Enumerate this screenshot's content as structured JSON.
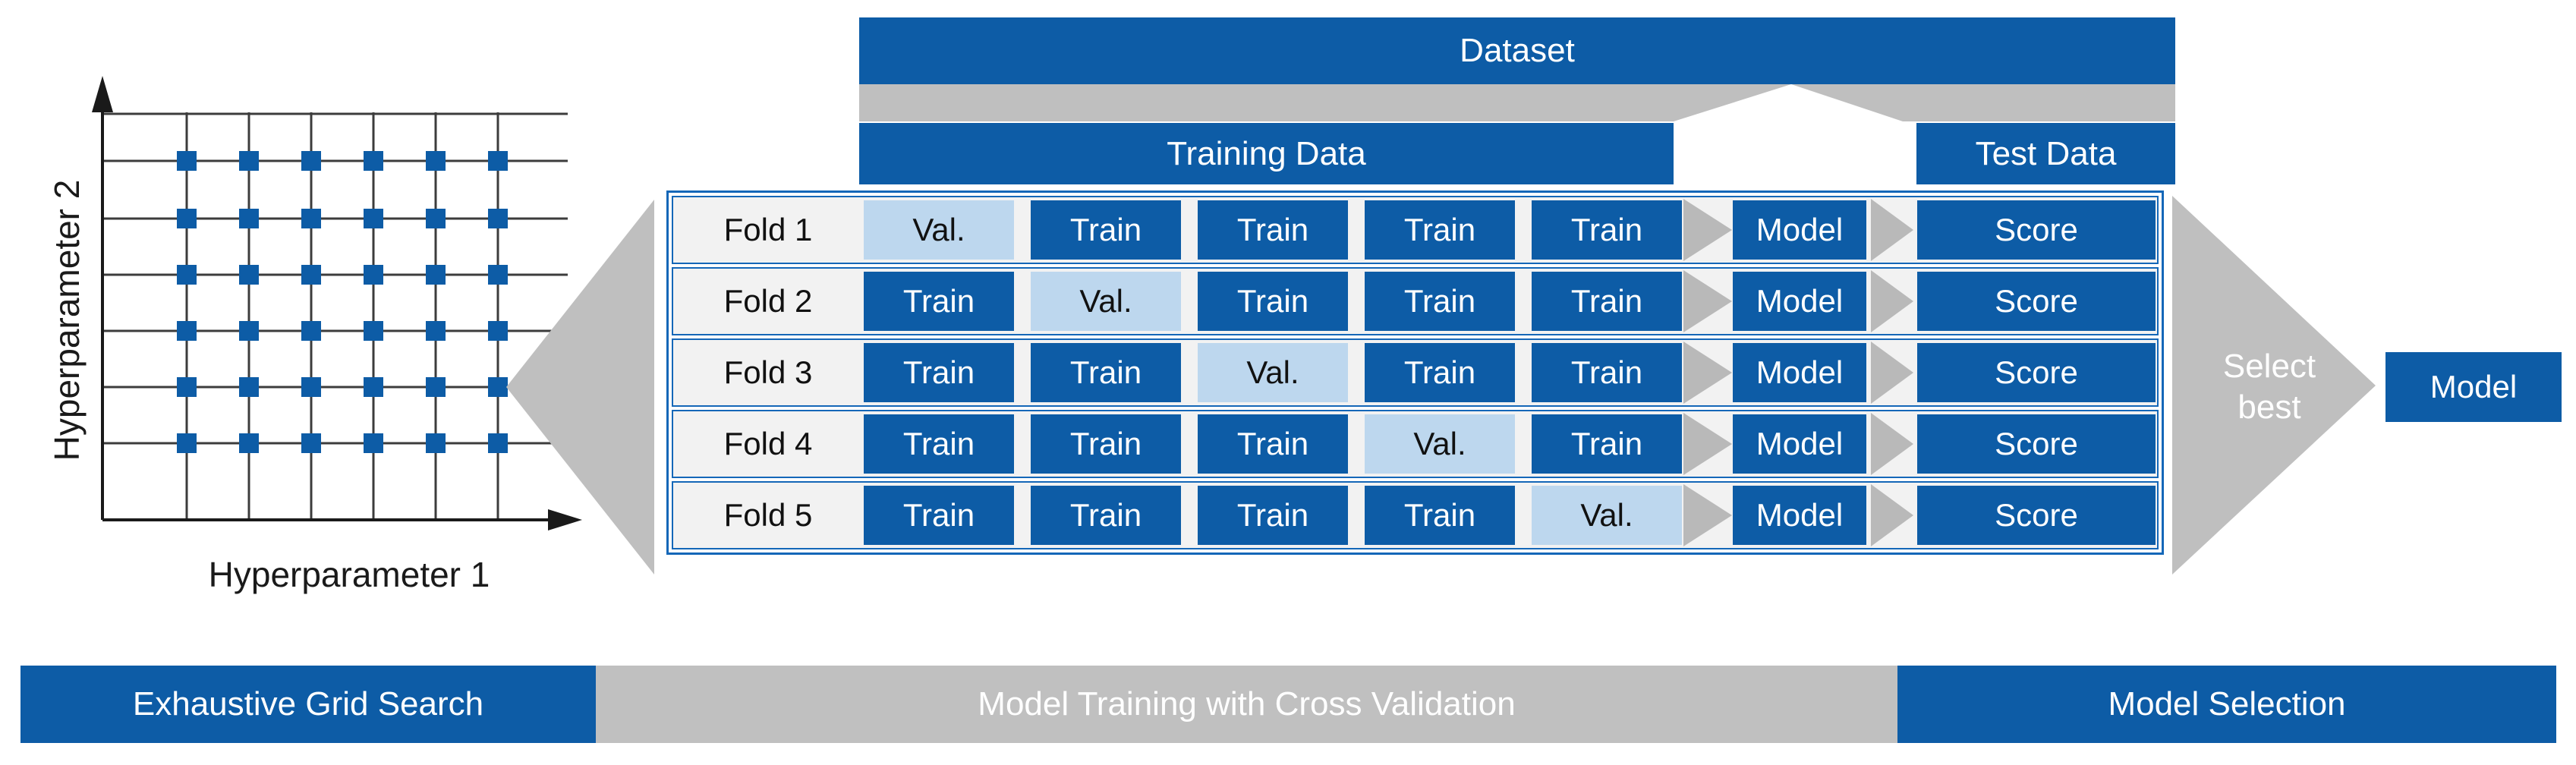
{
  "grid_plot": {
    "xlabel": "Hyperparameter 1",
    "ylabel": "Hyperparameter 2",
    "columns": 6,
    "rows": 6,
    "point_color": "#0d5ca6"
  },
  "pipeline": {
    "dataset_label": "Dataset",
    "training_label": "Training Data",
    "test_label": "Test Data"
  },
  "cv_table": {
    "folds": [
      {
        "label": "Fold 1",
        "cells": [
          "Val.",
          "Train",
          "Train",
          "Train",
          "Train"
        ],
        "model": "Model",
        "score": "Score"
      },
      {
        "label": "Fold 2",
        "cells": [
          "Train",
          "Val.",
          "Train",
          "Train",
          "Train"
        ],
        "model": "Model",
        "score": "Score"
      },
      {
        "label": "Fold 3",
        "cells": [
          "Train",
          "Train",
          "Val.",
          "Train",
          "Train"
        ],
        "model": "Model",
        "score": "Score"
      },
      {
        "label": "Fold 4",
        "cells": [
          "Train",
          "Train",
          "Train",
          "Val.",
          "Train"
        ],
        "model": "Model",
        "score": "Score"
      },
      {
        "label": "Fold 5",
        "cells": [
          "Train",
          "Train",
          "Train",
          "Train",
          "Val."
        ],
        "model": "Model",
        "score": "Score"
      }
    ]
  },
  "selection": {
    "select_best_line1": "Select",
    "select_best_line2": "best",
    "final_model_label": "Model"
  },
  "bottom_bars": {
    "left": "Exhaustive Grid Search",
    "middle": "Model Training with Cross Validation",
    "right": "Model Selection"
  },
  "colors": {
    "blue": "#0d5ca6",
    "light_blue": "#bdd7ee",
    "gray": "#bfbfbf",
    "chevron_gray": "#b9b9b9",
    "row_background": "#f2f2f2",
    "table_border": "#1467b8"
  }
}
